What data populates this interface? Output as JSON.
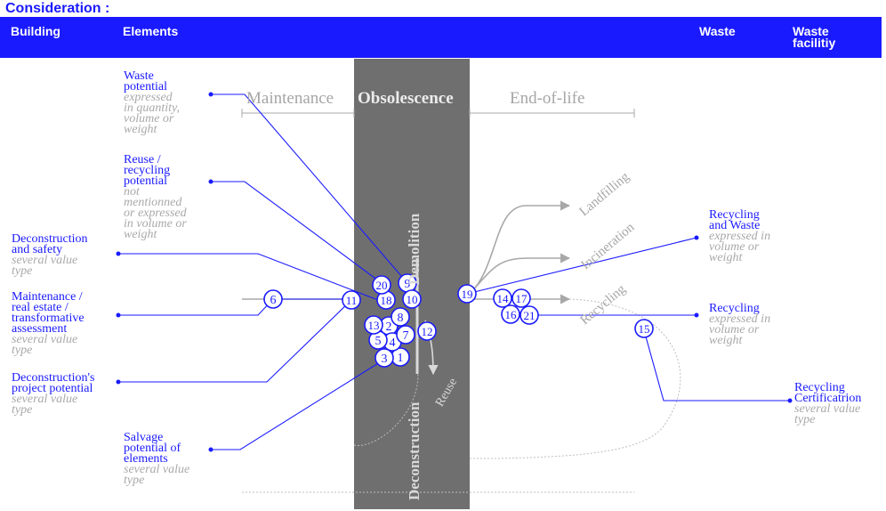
{
  "title": "Consideration :",
  "header": {
    "building": "Building",
    "elements": "Elements",
    "waste": "Waste",
    "waste_facility_1": "Waste",
    "waste_facility_2": "facilitiy"
  },
  "phases": {
    "maintenance": "Maintenance",
    "obsolescence": "Obsolescence",
    "end_of_life": "End-of-life"
  },
  "flows": {
    "demolition": "Demolition",
    "deconstruction": "Deconstruction",
    "reuse": "Reuse",
    "landfilling": "Landfilling",
    "incineration": "Incineration",
    "recycling": "Recycling"
  },
  "left_labels": {
    "waste_potential": [
      "Waste",
      "potential"
    ],
    "waste_potential_sub": [
      "expressed",
      "in quantity,",
      "volume or",
      "weight"
    ],
    "reuse_recycling": [
      "Reuse /",
      "recycling",
      "potential"
    ],
    "reuse_recycling_sub": [
      "not",
      "mentionned",
      "or expressed",
      "in volume or",
      "weight"
    ],
    "decon_safety": [
      "Deconstruction",
      "and safety"
    ],
    "decon_safety_sub": [
      "several value",
      "type"
    ],
    "maintenance": [
      "Maintenance /",
      "real estate /",
      "transformative",
      "assessment"
    ],
    "maintenance_sub": [
      "several value",
      "type"
    ],
    "decon_project": [
      "Deconstruction's",
      "project potential"
    ],
    "decon_project_sub": [
      "several value",
      "type"
    ],
    "salvage": [
      "Salvage",
      "potential of",
      "elements"
    ],
    "salvage_sub": [
      "several value",
      "type"
    ]
  },
  "right_labels": {
    "recycling_waste": [
      "Recycling",
      "and Waste"
    ],
    "recycling_waste_sub": [
      "expressed in",
      "volume or",
      "weight"
    ],
    "recycling": [
      "Recycling"
    ],
    "recycling_sub": [
      "expressed in",
      "volume or",
      "weight"
    ],
    "certification": [
      "Recycling",
      "Certificatrion"
    ],
    "certification_sub": [
      "several value",
      "type"
    ]
  },
  "markers": [
    "1",
    "2",
    "3",
    "4",
    "5",
    "6",
    "7",
    "8",
    "9",
    "10",
    "11",
    "12",
    "13",
    "14",
    "15",
    "16",
    "17",
    "18",
    "19",
    "20",
    "21"
  ],
  "colors": {
    "accent": "#1a1aff",
    "band": "#6f6f6f",
    "gray_text": "#a6a6a6",
    "flow": "#a8a8a8"
  }
}
